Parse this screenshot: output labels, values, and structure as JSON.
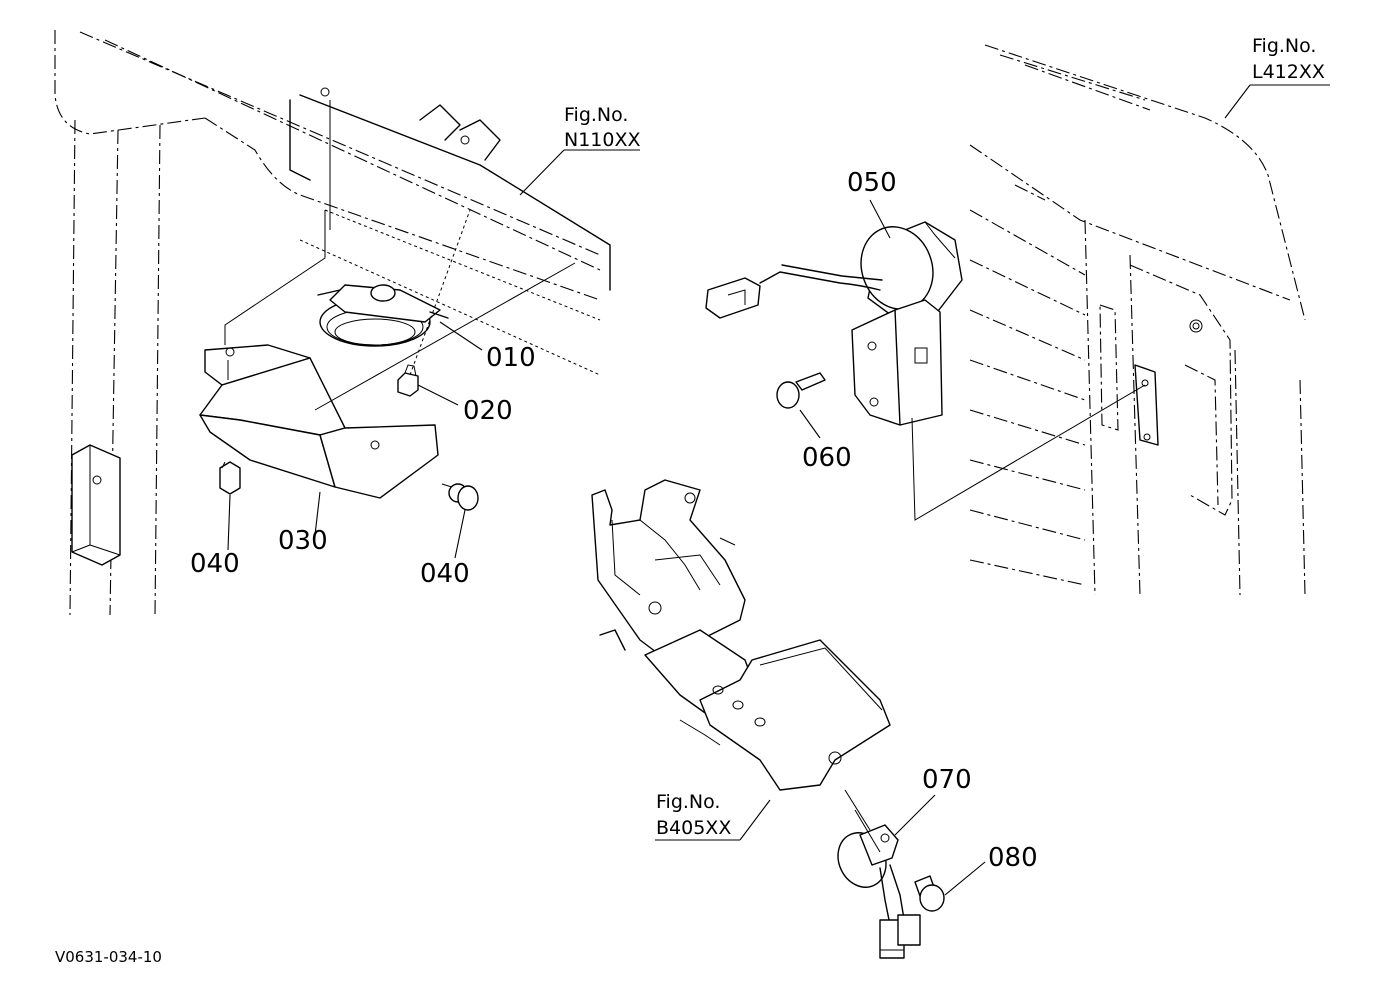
{
  "figure_refs": [
    {
      "line1": "Fig.No.",
      "line2": "N110XX"
    },
    {
      "line1": "Fig.No.",
      "line2": "L412XX"
    },
    {
      "line1": "Fig.No.",
      "line2": "B405XX"
    }
  ],
  "part_labels": [
    "010",
    "020",
    "030",
    "040",
    "040",
    "050",
    "060",
    "070",
    "080"
  ],
  "drawing_code": "V0631-034-10"
}
